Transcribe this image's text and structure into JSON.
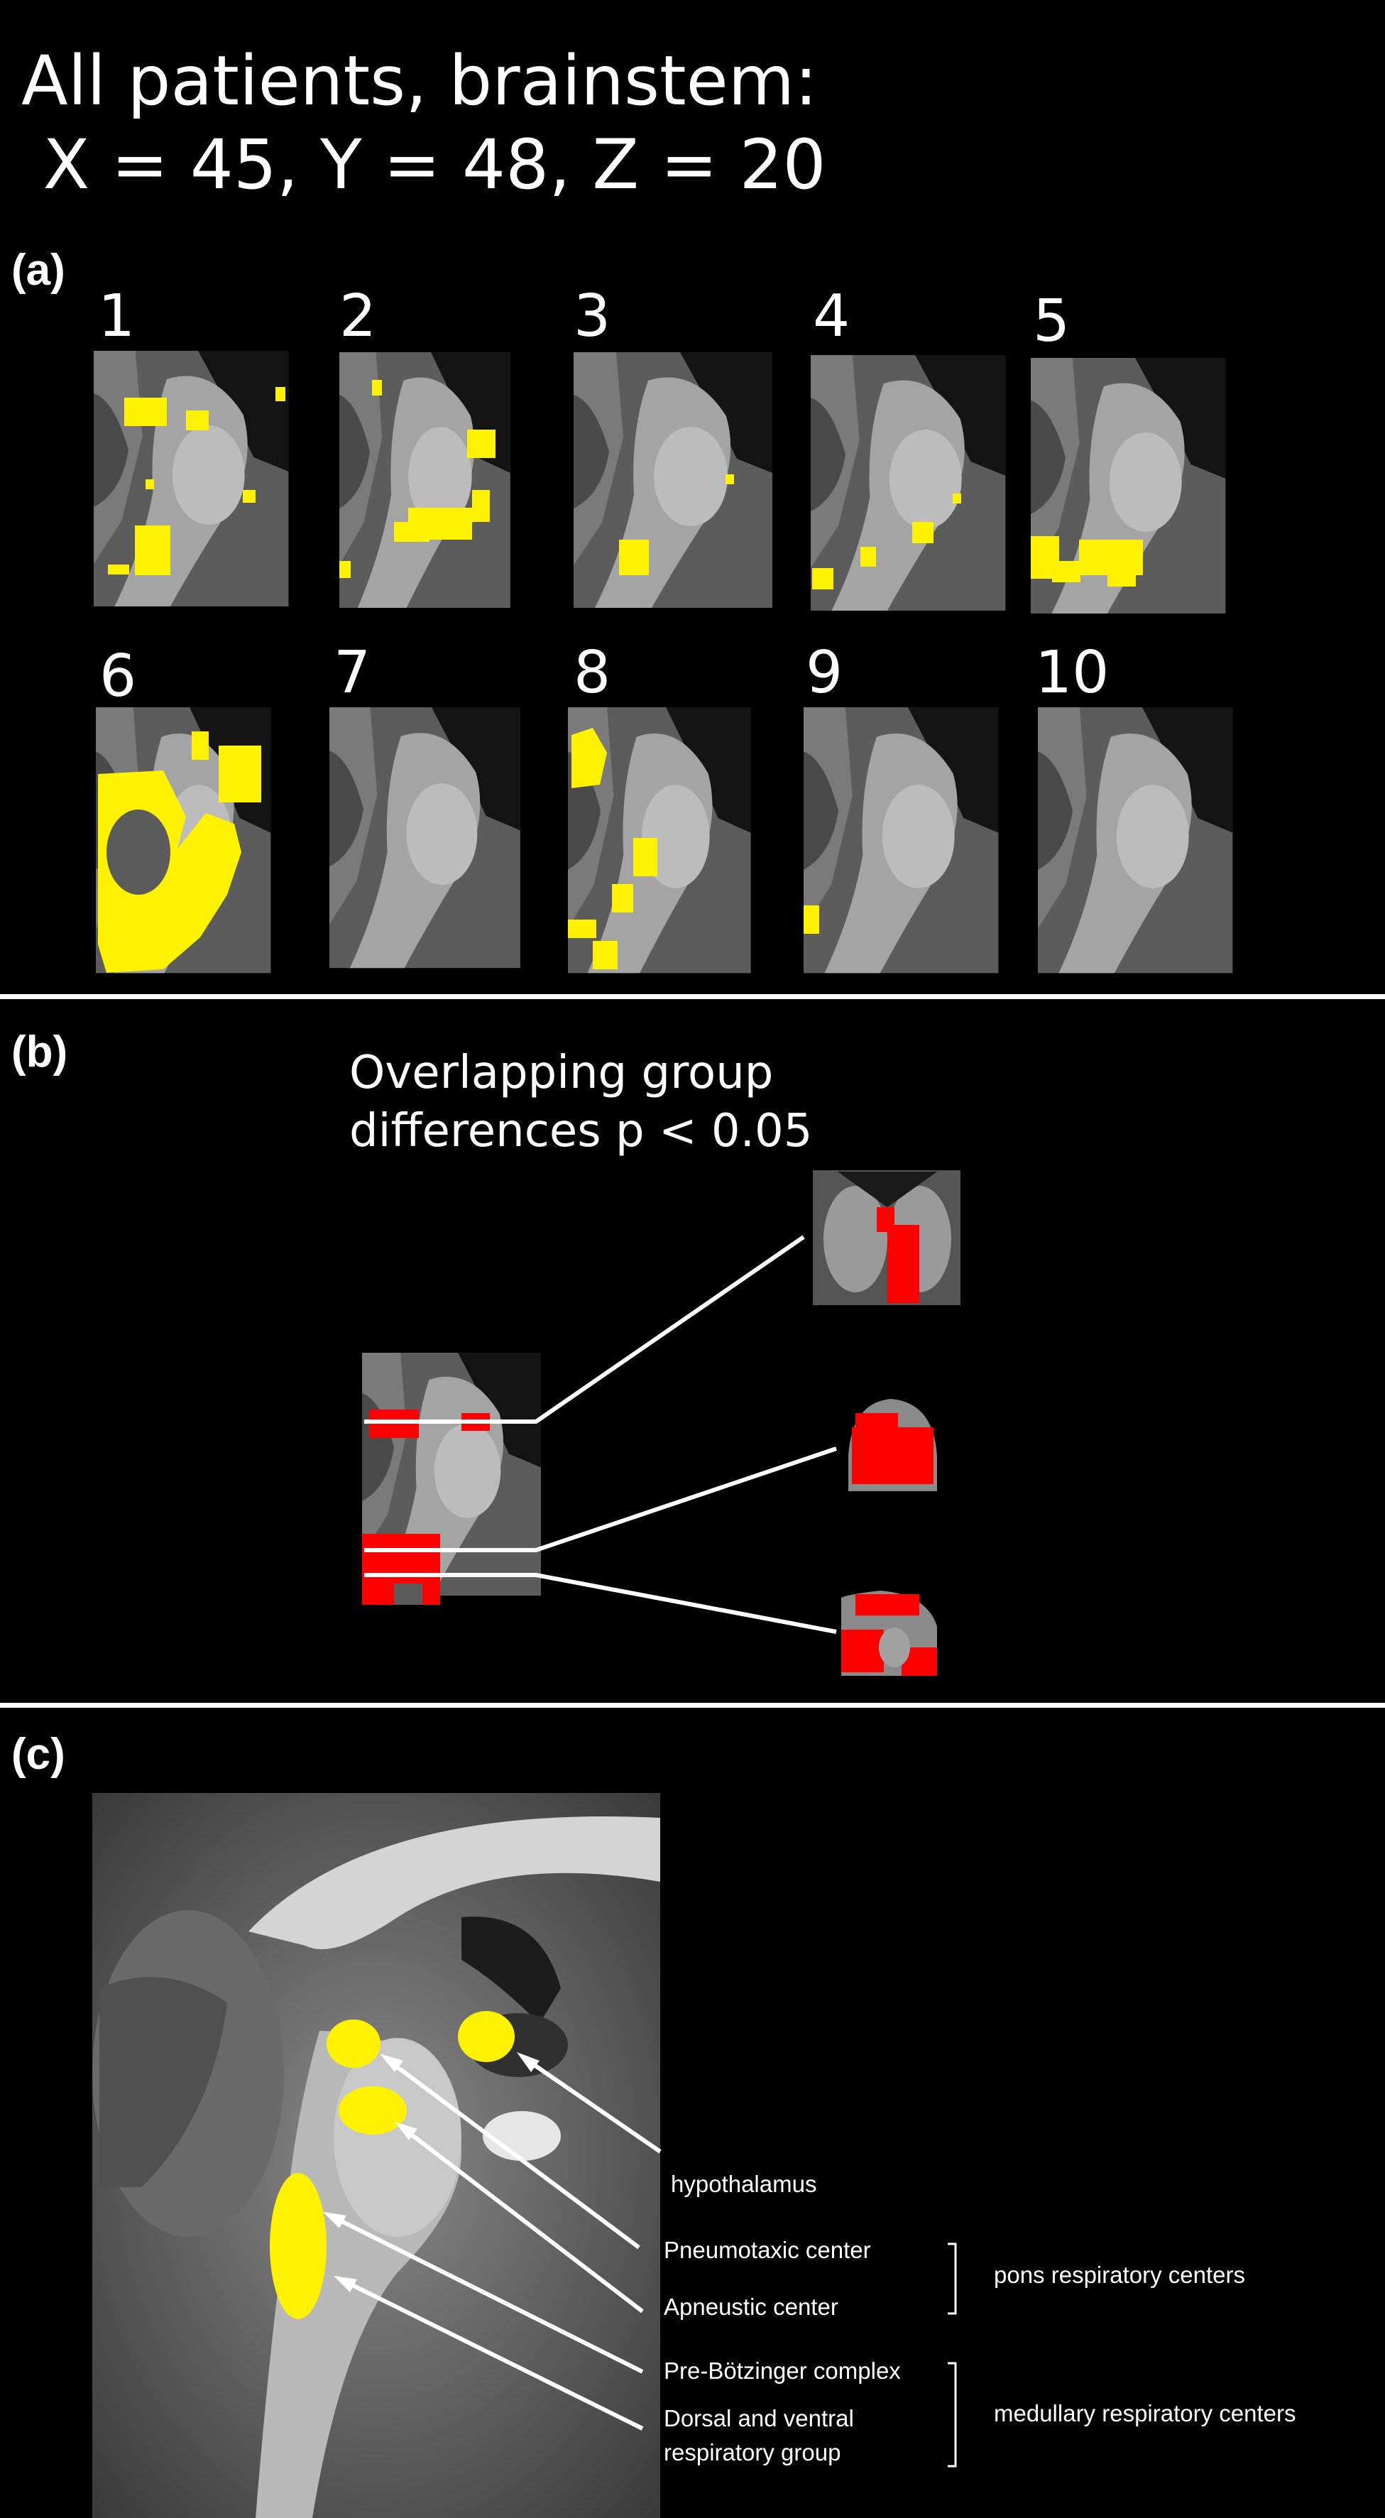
{
  "figure": {
    "title_line1": "All patients, brainstem:",
    "title_line2": " X = 45, Y = 48, Z = 20",
    "colors": {
      "background": "#000000",
      "activation": "#FFF200",
      "overlap": "#FF0000",
      "tissue": "#8C8C8C",
      "line": "#FFFFFF"
    }
  },
  "panel_a": {
    "label": "(a)",
    "patients": [
      "1",
      "2",
      "3",
      "4",
      "5",
      "6",
      "7",
      "8",
      "9",
      "10"
    ]
  },
  "panel_b": {
    "label": "(b)",
    "caption_line1": "Overlapping group",
    "caption_line2": "differences p < 0.05"
  },
  "panel_c": {
    "label": "(c)",
    "labels": {
      "hypothalamus": "hypothalamus",
      "pneumotaxic": "Pneumotaxic center",
      "apneustic": "Apneustic center",
      "prebotzinger": "Pre-Bötzinger complex",
      "dorsal_ventral_1": "Dorsal and ventral",
      "dorsal_ventral_2": "respiratory group"
    },
    "groups": {
      "pons": "pons respiratory centers",
      "medullary": "medullary respiratory centers"
    }
  }
}
